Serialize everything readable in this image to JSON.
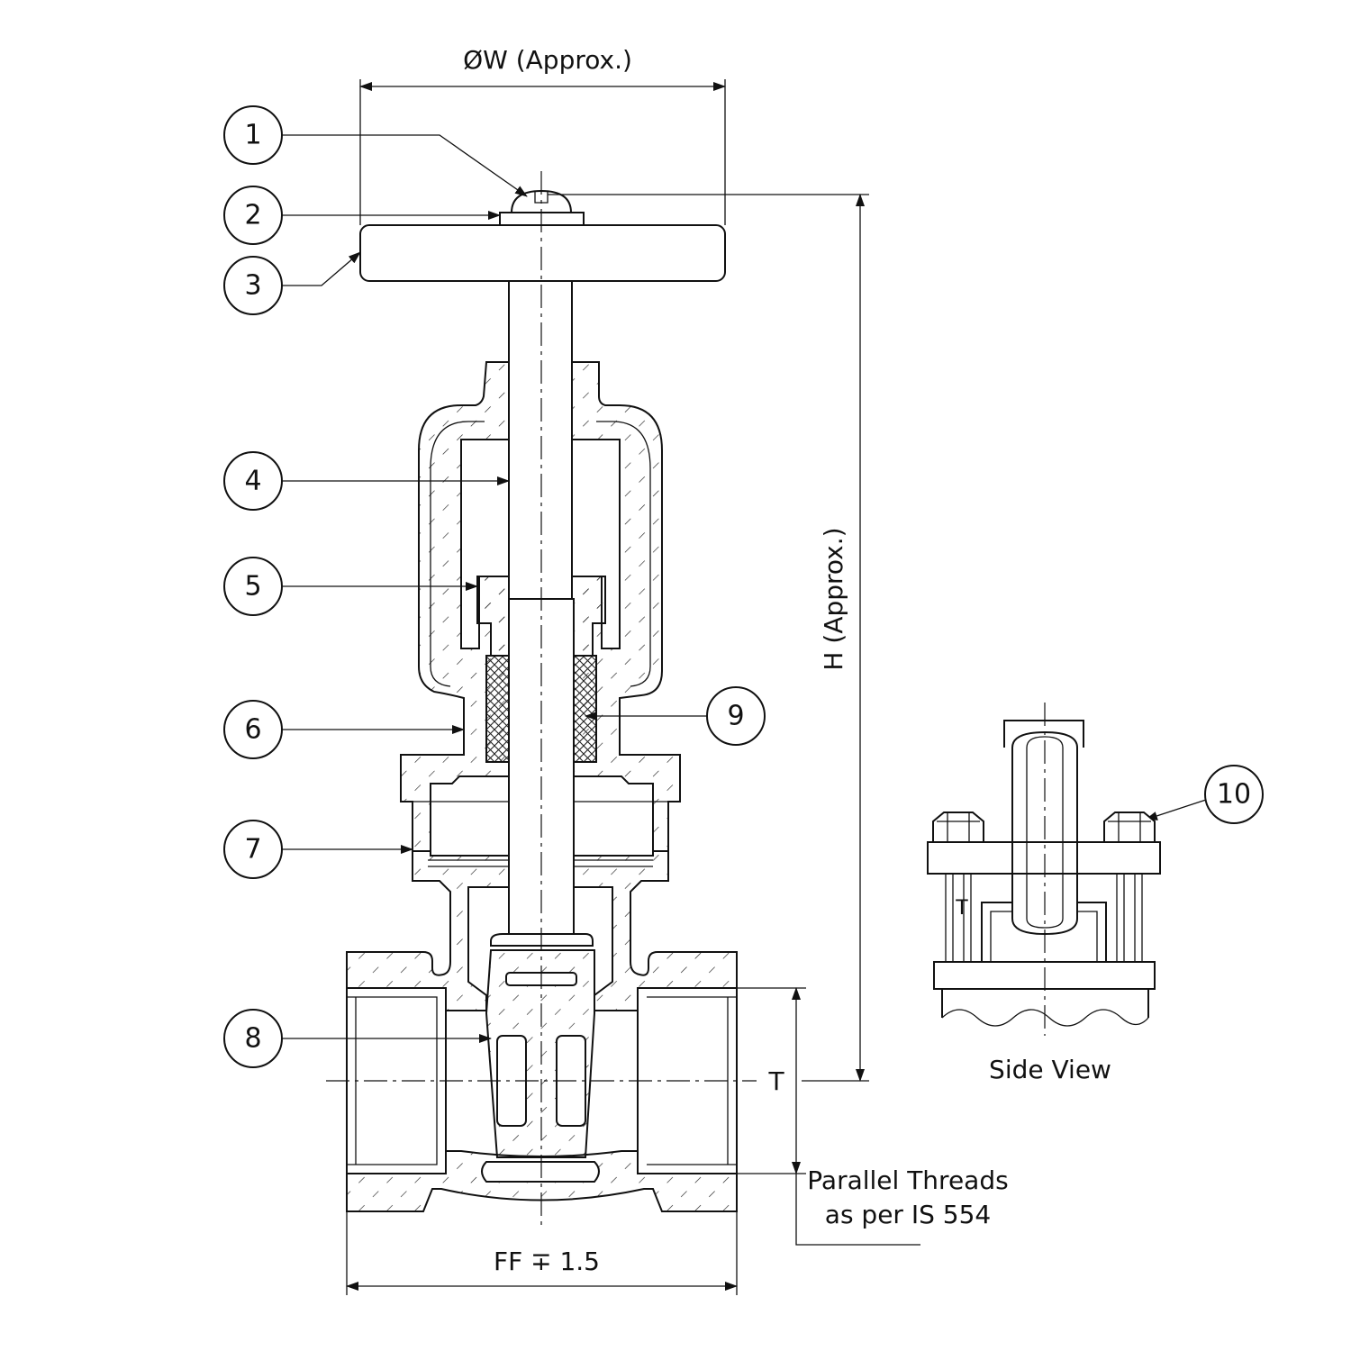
{
  "dimensions": {
    "width_label": "ØW (Approx.)",
    "height_label": "H (Approx.)",
    "face_label": "FF ∓ 1.5",
    "t_label": "T",
    "side_t_label": "T"
  },
  "notes": {
    "thread_line1": "Parallel Threads",
    "thread_line2": "as per IS 554"
  },
  "views": {
    "side_view_label": "Side View"
  },
  "callouts": [
    "1",
    "2",
    "3",
    "4",
    "5",
    "6",
    "7",
    "8",
    "9",
    "10"
  ]
}
